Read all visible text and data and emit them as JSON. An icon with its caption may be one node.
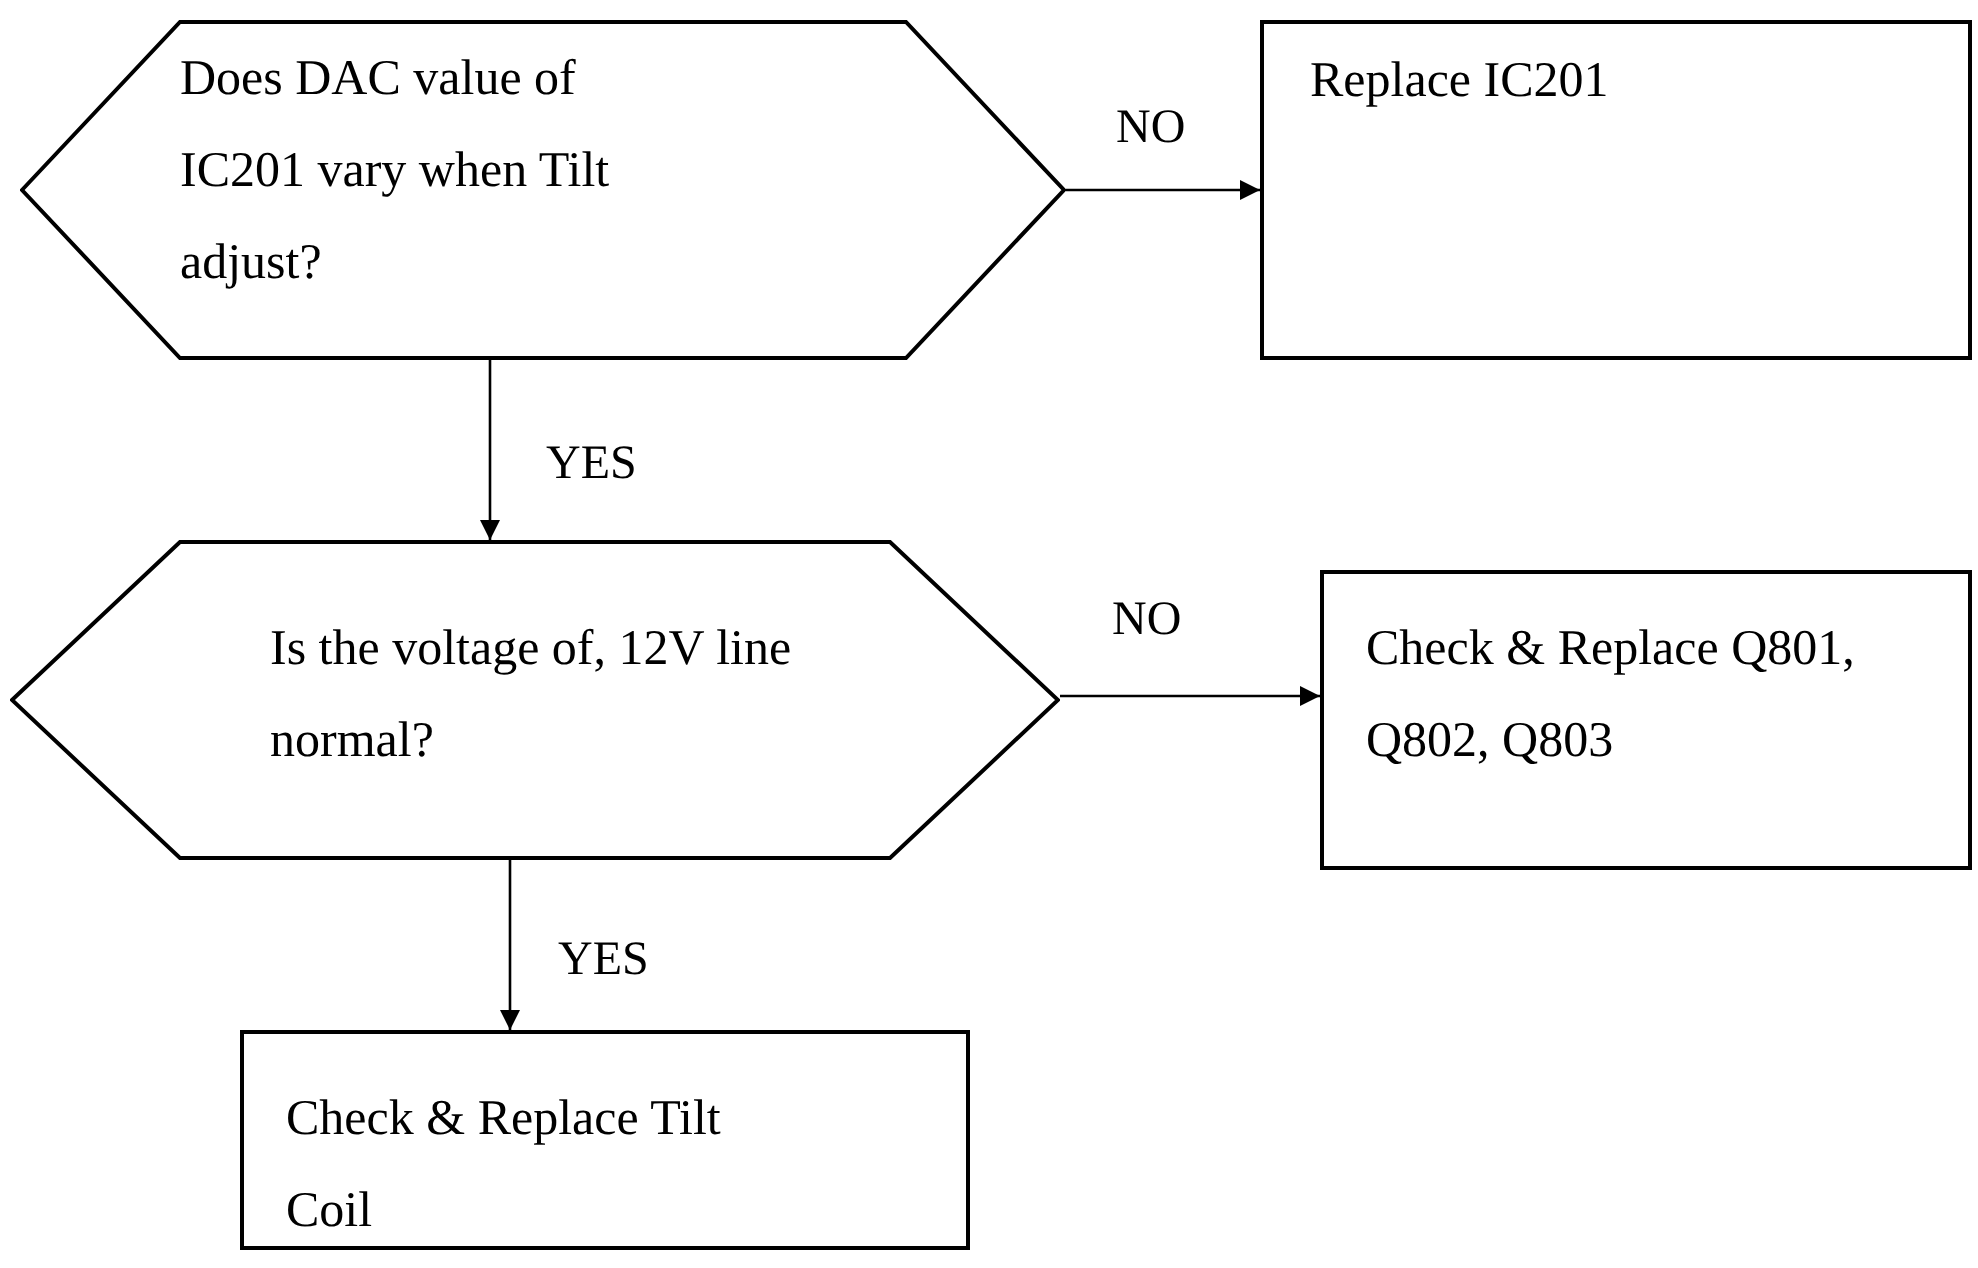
{
  "diagram": {
    "nodes": [
      {
        "text": [
          "Does DAC value of IC201 vary when Tilt adjust?"
        ]
      },
      {
        "text": [
          "Replace IC201"
        ]
      },
      {
        "text": [
          "Is the voltage of, 12V line normal?"
        ]
      },
      {
        "text": [
          "Check & Replace Q801, Q802, Q803"
        ]
      },
      {
        "text": [
          "Check & Replace Tilt Coil"
        ]
      }
    ],
    "edges": [
      {
        "from": 0,
        "to": 1,
        "arrow": "to",
        "label": "NO"
      },
      {
        "from": 0,
        "to": 2,
        "arrow": "to",
        "label": "YES"
      },
      {
        "from": 2,
        "to": 3,
        "arrow": "to",
        "label": "NO"
      },
      {
        "from": 2,
        "to": 4,
        "arrow": "to",
        "label": "YES"
      }
    ]
  }
}
